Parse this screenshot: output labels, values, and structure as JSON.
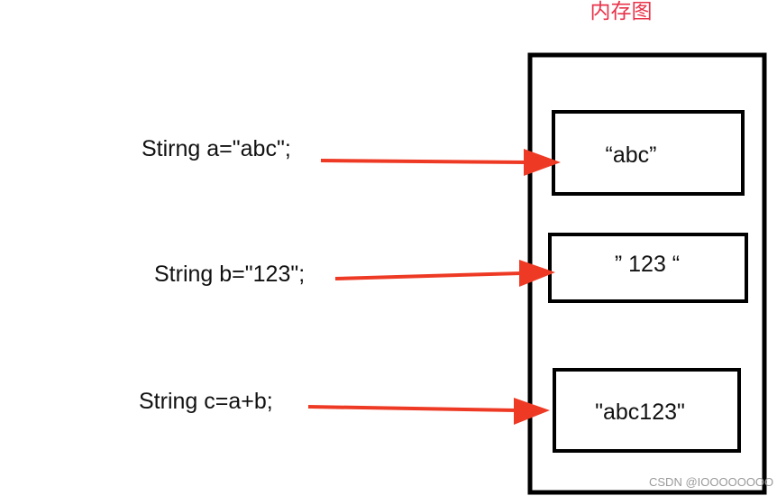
{
  "title": "内存图",
  "statements": [
    "Stirng a=\"abc\";",
    "String b=\"123\";",
    "String c=a+b;"
  ],
  "memory_values": [
    "“abc”",
    "” 123 “",
    "\"abc123\""
  ],
  "watermark": "CSDN @IOOOOOOOO",
  "colors": {
    "title": "#e8334a",
    "arrow": "#ee3a24",
    "border": "#000000",
    "watermark": "#9a9a9a"
  }
}
